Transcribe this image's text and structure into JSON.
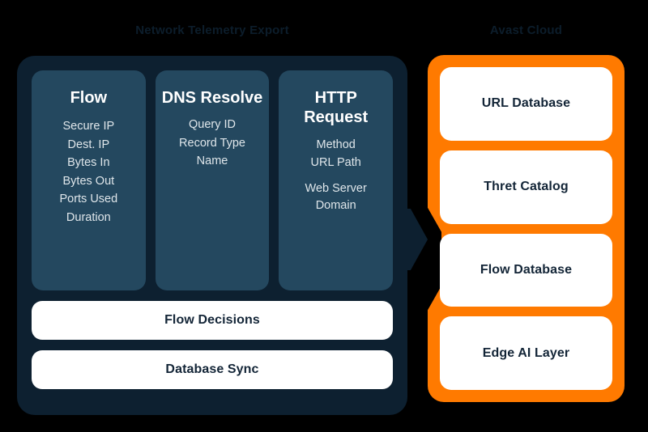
{
  "background_color": "#000000",
  "accent_colors": {
    "panel_dark": "#0d2030",
    "card_navy": "#24485f",
    "cloud_orange": "#ff7a00",
    "card_white": "#ffffff",
    "title_text": "#0c1d2b"
  },
  "left_section": {
    "title": "Network Telemetry Export",
    "cards": [
      {
        "title": "Flow",
        "fields": [
          "Secure IP",
          "Dest. IP",
          "Bytes In",
          "Bytes Out",
          "Ports Used",
          "Duration"
        ]
      },
      {
        "title": "DNS Resolve",
        "fields": [
          "Query ID",
          "Record Type",
          "Name"
        ]
      },
      {
        "title": "HTTP Request",
        "fields": [
          "Method",
          "URL Path",
          "Web Server Domain"
        ]
      }
    ],
    "bars": [
      {
        "label": "Flow Decisions"
      },
      {
        "label": "Database Sync"
      }
    ]
  },
  "right_section": {
    "title": "Avast Cloud",
    "cards": [
      {
        "label": "URL Database"
      },
      {
        "label": "Thret Catalog"
      },
      {
        "label": "Flow Database"
      },
      {
        "label": "Edge AI Layer"
      }
    ]
  },
  "connector": {
    "name": "arrow-right-icon",
    "direction": "left-to-right"
  }
}
